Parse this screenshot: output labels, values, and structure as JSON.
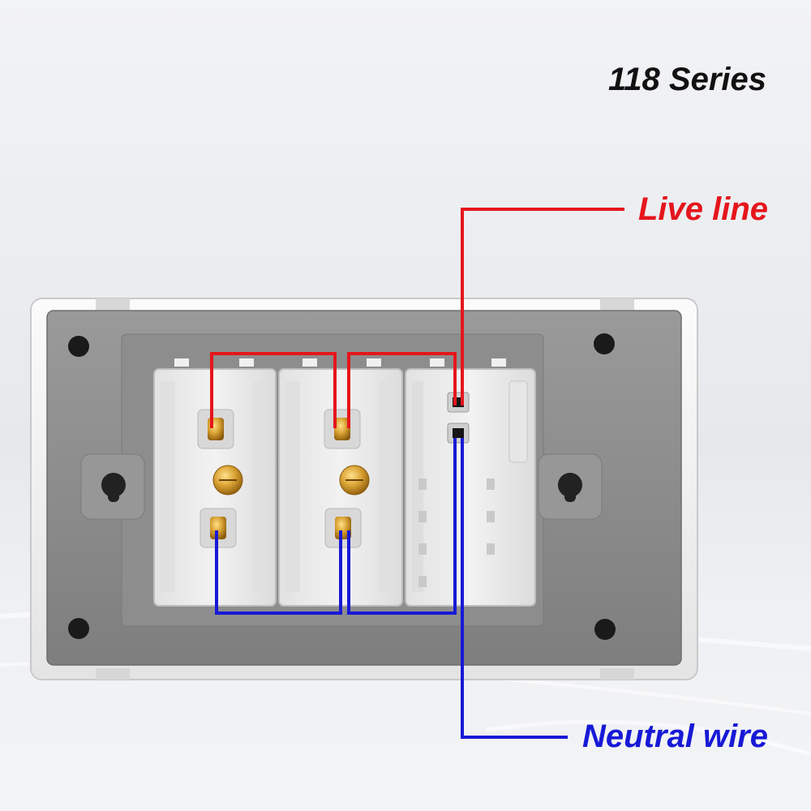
{
  "series_title": "118 Series",
  "live_label": "Live line",
  "neutral_label": "Neutral wire",
  "colors": {
    "live": "#e5161c",
    "neutral": "#1719d6",
    "plate_frame": "#f4f4f4",
    "plate_back": "#8a8a8a",
    "module_body": "#ebebeb",
    "brass": "#c8901e"
  },
  "modules": [
    {
      "type": "socket",
      "terminals": [
        "live-terminal",
        "earth-screw",
        "neutral-terminal"
      ]
    },
    {
      "type": "socket",
      "terminals": [
        "live-terminal",
        "earth-screw",
        "neutral-terminal"
      ]
    },
    {
      "type": "switch",
      "terminals": [
        "live-terminal",
        "neutral-terminal"
      ]
    }
  ]
}
